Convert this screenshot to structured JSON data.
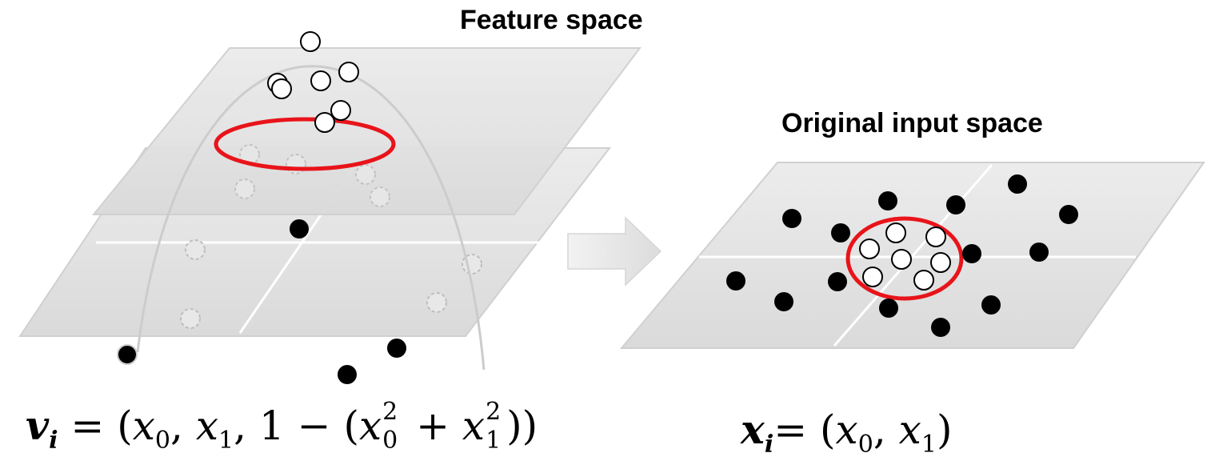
{
  "feature_space": {
    "title": "Feature space"
  },
  "input_space": {
    "title": "Original input space"
  },
  "formula_feature": {
    "lhs_symbol": "v",
    "lhs_index": "i",
    "equals": "=",
    "open": "(",
    "x0": "x",
    "x0_sub": "0",
    "comma1": ",",
    "x1": "x",
    "x1_sub": "1",
    "comma2": ",",
    "one": "1",
    "minus": "−",
    "open2": "(",
    "x0sq_base": "x",
    "x0sq_sup": "2",
    "x0sq_sub": "0",
    "plus": "+",
    "x1sq_base": "x",
    "x1sq_sup": "2",
    "x1sq_sub": "1",
    "close": "))"
  },
  "formula_input": {
    "lhs_symbol": "x",
    "lhs_index": "i",
    "equals": "=",
    "open": "(",
    "x0": "x",
    "x0_sub": "0",
    "comma": ",",
    "x1": "x",
    "x1_sub": "1",
    "close": ")"
  },
  "colors": {
    "plane_fill": "#e4e4e4",
    "plane_edge": "#cfcfcf",
    "highlight": "#e8141a",
    "point_class_a": "#ffffff",
    "point_class_b": "#000000"
  }
}
